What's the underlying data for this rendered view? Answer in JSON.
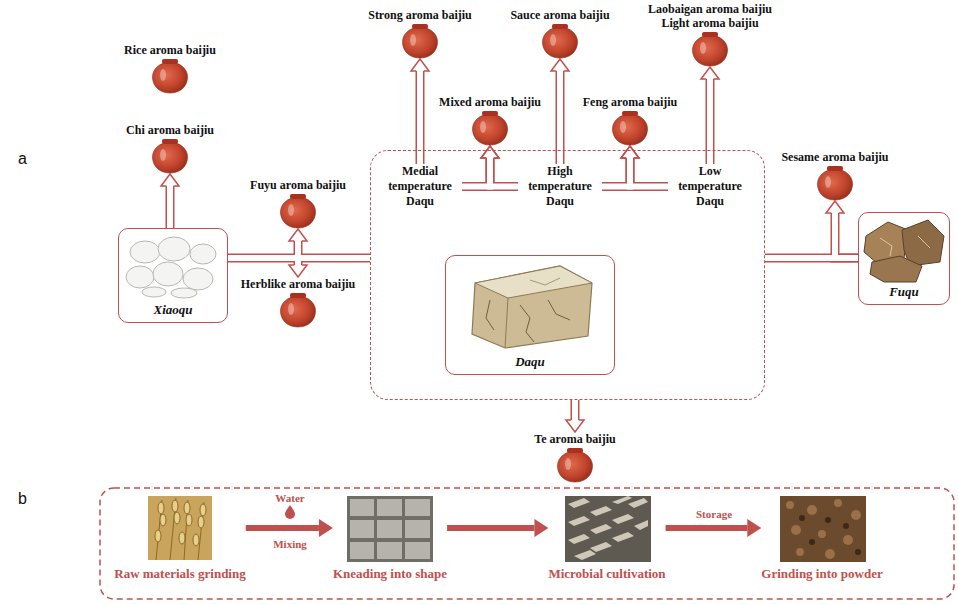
{
  "diagram": {
    "nodes": [
      {
        "text": [
          "Rice aroma baijiu"
        ]
      },
      {
        "text": [
          "Chi aroma baijiu"
        ]
      },
      {
        "text": [
          "Xiaoqu"
        ]
      },
      {
        "text": [
          "Fuyu aroma baijiu"
        ]
      },
      {
        "text": [
          "Herblike aroma baijiu"
        ]
      },
      {
        "text": [
          "Strong aroma baijiu"
        ]
      },
      {
        "text": [
          "Sauce aroma baijiu"
        ]
      },
      {
        "text": [
          "Laobaigan aroma baijiu",
          "Light aroma baijiu"
        ]
      },
      {
        "text": [
          "Mixed aroma baijiu"
        ]
      },
      {
        "text": [
          "Feng aroma baijiu"
        ]
      },
      {
        "text": []
      },
      {
        "text": [
          "Medial temperature Daqu"
        ],
        "in": 10
      },
      {
        "text": [
          "High temperature Daqu"
        ],
        "in": 10
      },
      {
        "text": [
          "Low temperature Daqu"
        ],
        "in": 10
      },
      {
        "text": [
          "Daqu"
        ],
        "in": 10
      },
      {
        "text": [
          "Sesame aroma baijiu"
        ]
      },
      {
        "text": [
          "Fuqu"
        ]
      },
      {
        "text": [
          "Te aroma baijiu"
        ]
      },
      {
        "text": [
          "Raw materials grinding"
        ]
      },
      {
        "text": [
          "Kneading into shape"
        ]
      },
      {
        "text": [
          "Microbial cultivation"
        ]
      },
      {
        "text": [
          "Grinding into powder"
        ]
      }
    ],
    "edges": [
      {
        "from": 2,
        "to": 1,
        "arrow": "to"
      },
      {
        "from": 2,
        "to": 10,
        "arrow": "none"
      },
      {
        "from": 3,
        "to": 4,
        "arrow": "both"
      },
      {
        "from": 11,
        "to": 5,
        "arrow": "to"
      },
      {
        "from": 12,
        "to": 6,
        "arrow": "to"
      },
      {
        "from": 13,
        "to": 7,
        "arrow": "to"
      },
      {
        "from": 11,
        "to": 8,
        "arrow": "to"
      },
      {
        "from": 12,
        "to": 8,
        "arrow": "to"
      },
      {
        "from": 12,
        "to": 9,
        "arrow": "to"
      },
      {
        "from": 13,
        "to": 9,
        "arrow": "to"
      },
      {
        "from": 10,
        "to": 16,
        "arrow": "none"
      },
      {
        "from": 16,
        "to": 15,
        "arrow": "to"
      },
      {
        "from": 10,
        "to": 17,
        "arrow": "to"
      },
      {
        "from": 18,
        "to": 19,
        "arrow": "to"
      },
      {
        "from": 19,
        "to": 20,
        "arrow": "to"
      },
      {
        "from": 20,
        "to": 21,
        "arrow": "to"
      }
    ],
    "labels": [
      "a",
      "b",
      "Water",
      "Mixing",
      "Storage"
    ]
  }
}
